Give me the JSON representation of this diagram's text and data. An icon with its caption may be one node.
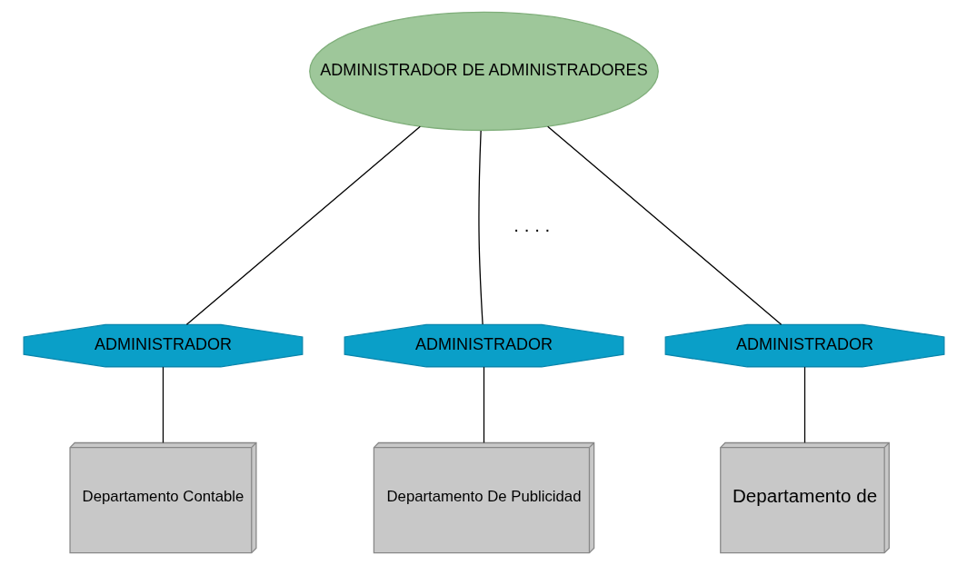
{
  "diagram": {
    "nodes": [
      {
        "text": [
          "ADMINISTRADOR DE ADMINISTRADORES"
        ]
      },
      {
        "text": [
          "ADMINISTRADOR"
        ]
      },
      {
        "text": [
          "ADMINISTRADOR"
        ]
      },
      {
        "text": [
          "ADMINISTRADOR"
        ]
      },
      {
        "text": [
          "Departamento Contable"
        ]
      },
      {
        "text": [
          "Departamento De Publicidad"
        ]
      },
      {
        "text": [
          "Departamento de"
        ]
      }
    ],
    "edges": [
      {
        "from": 0,
        "to": 1,
        "arrow": "none"
      },
      {
        "from": 0,
        "to": 2,
        "arrow": "none"
      },
      {
        "from": 0,
        "to": 3,
        "arrow": "none"
      },
      {
        "from": 1,
        "to": 4,
        "arrow": "none"
      },
      {
        "from": 2,
        "to": 5,
        "arrow": "none"
      },
      {
        "from": 3,
        "to": 6,
        "arrow": "none"
      }
    ],
    "labels": [
      ". . . ."
    ]
  }
}
